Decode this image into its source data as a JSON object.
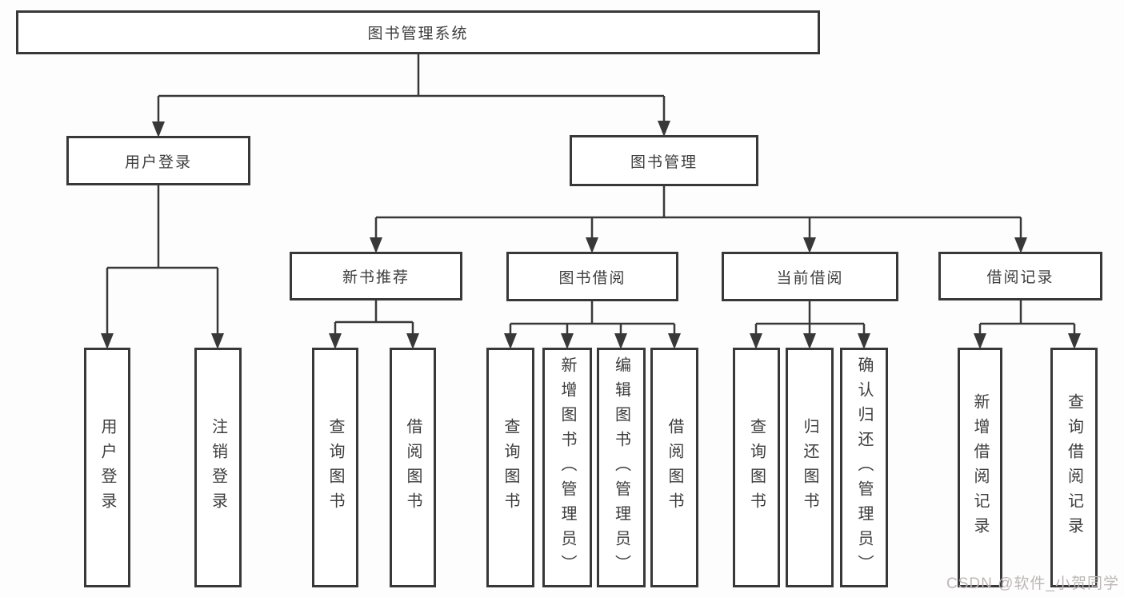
{
  "diagram": {
    "root": {
      "label": "图书管理系统"
    },
    "branches": [
      {
        "label": "用户登录",
        "children": [
          {
            "label": "用户登录"
          },
          {
            "label": "注销登录"
          }
        ]
      },
      {
        "label": "图书管理",
        "children": [
          {
            "label": "新书推荐",
            "children": [
              {
                "label": "查询图书"
              },
              {
                "label": "借阅图书"
              }
            ]
          },
          {
            "label": "图书借阅",
            "children": [
              {
                "label": "查询图书"
              },
              {
                "label": "新增图书（管理员）"
              },
              {
                "label": "编辑图书（管理员）"
              },
              {
                "label": "借阅图书"
              }
            ]
          },
          {
            "label": "当前借阅",
            "children": [
              {
                "label": "查询图书"
              },
              {
                "label": "归还图书"
              },
              {
                "label": "确认归还（管理员）"
              }
            ]
          },
          {
            "label": "借阅记录",
            "children": [
              {
                "label": "新增借阅记录"
              },
              {
                "label": "查询借阅记录"
              }
            ]
          }
        ]
      }
    ]
  },
  "watermark": {
    "text": "CSDN @软件_小贺同学"
  },
  "colors": {
    "line": "#383838",
    "box_border": "#383838",
    "box_background": "#ffffff",
    "text": "#3d3d3d",
    "watermark_text": "#bdb6b6",
    "page_background": "#fdfdfd"
  }
}
